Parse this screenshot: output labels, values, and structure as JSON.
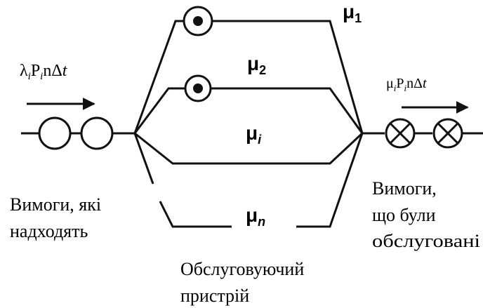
{
  "rates": {
    "mu1_base": "μ",
    "mu1_sub": "1",
    "mu2_base": "μ",
    "mu2_sub": "2",
    "mui_base": "μ",
    "mui_sub": "i",
    "mun_base": "μ",
    "mun_sub": "n"
  },
  "flows": {
    "input": {
      "lambda": "λ",
      "i": "i",
      "P": "P",
      "i2": "i",
      "n": "n",
      "delta": "Δ",
      "t": "t"
    },
    "output": {
      "mu": "μ",
      "i": "i",
      "P": "P",
      "i2": "i",
      "n": "n",
      "delta": "Δ",
      "t": "t"
    }
  },
  "labels": {
    "incoming_line1": "Вимоги, які",
    "incoming_line2": "надходять",
    "served_line1": "Вимоги,",
    "served_line2": "що були",
    "served_line3": "обслуговані",
    "device_line1": "Обслуговуючий",
    "device_line2": "пристрій"
  },
  "colors": {
    "ink": "#111111",
    "background": "#ffffff"
  }
}
